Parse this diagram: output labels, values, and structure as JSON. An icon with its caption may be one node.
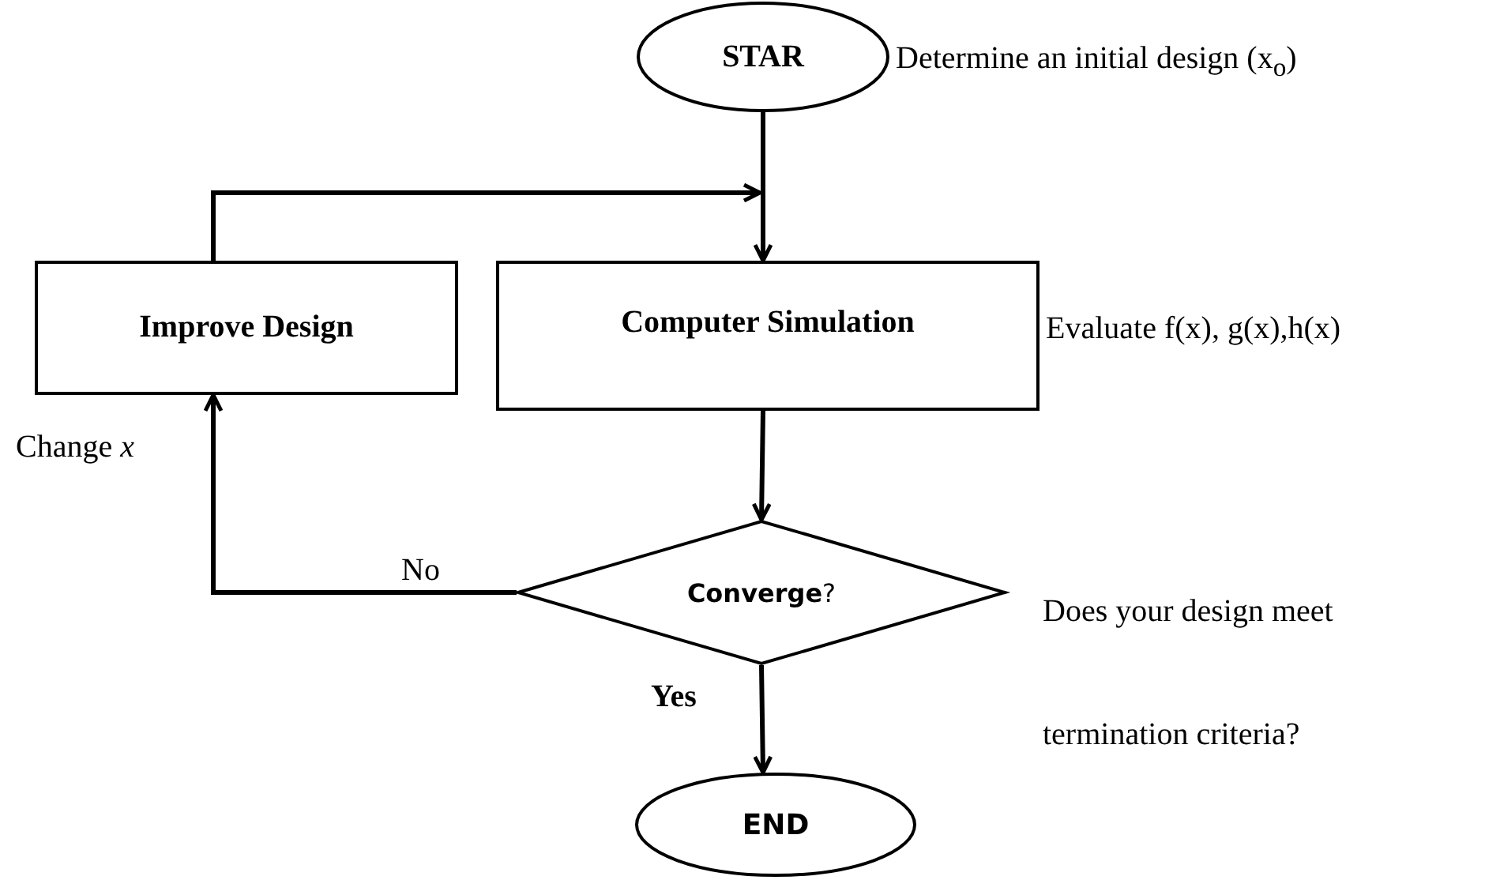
{
  "diagram": {
    "nodes": [
      {
        "text": [
          "STAR"
        ],
        "beside": [
          "Determine an initial design (x$_{o}$)"
        ]
      },
      {
        "text": [
          "Improve  Design"
        ]
      },
      {
        "text": [
          "Computer  Simulation"
        ],
        "beside": [
          "Evaluate f(x), g(x),h(x)"
        ]
      },
      {
        "text": [
          "**Converge**?"
        ],
        "beside": [
          "Does your design meet termination criteria?"
        ]
      },
      {
        "text": [
          "END"
        ]
      }
    ],
    "edges": [
      {
        "from": 0,
        "to": 2,
        "arrow": "to"
      },
      {
        "from": 1,
        "to": 2,
        "arrow": "to"
      },
      {
        "from": 2,
        "to": 3,
        "arrow": "to"
      },
      {
        "from": 3,
        "to": 1,
        "arrow": "to",
        "label": "No"
      },
      {
        "from": 3,
        "to": 4,
        "arrow": "to",
        "label": "Yes"
      }
    ],
    "labels": [
      "Change *x*"
    ]
  }
}
